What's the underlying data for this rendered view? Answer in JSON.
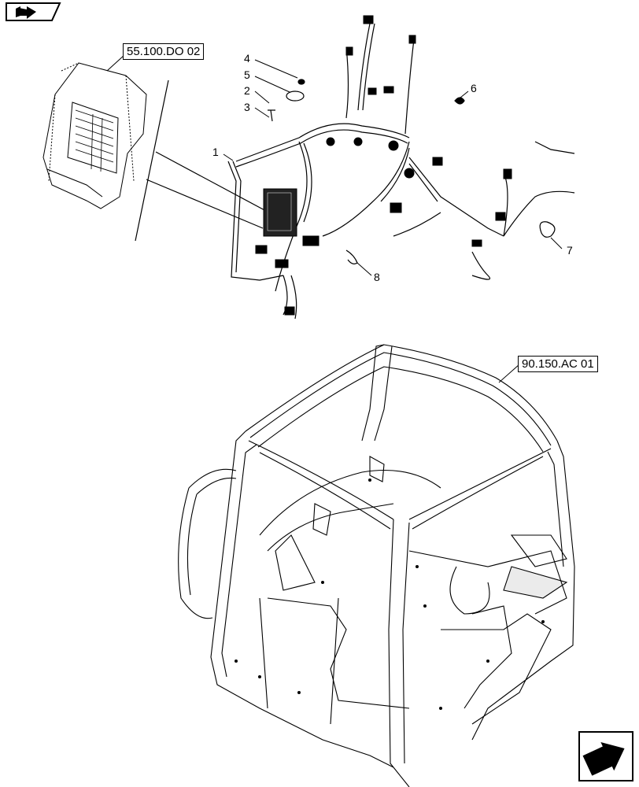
{
  "references": {
    "top": "55.100.DO 02",
    "cab": "90.150.AC 01"
  },
  "callouts": {
    "c1": "1",
    "c2": "2",
    "c3": "3",
    "c4": "4",
    "c5": "5",
    "c6": "6",
    "c7": "7",
    "c8": "8"
  },
  "icons": {
    "top_left": "book-arrow-icon",
    "bottom_right": "next-page-arrow-icon"
  }
}
